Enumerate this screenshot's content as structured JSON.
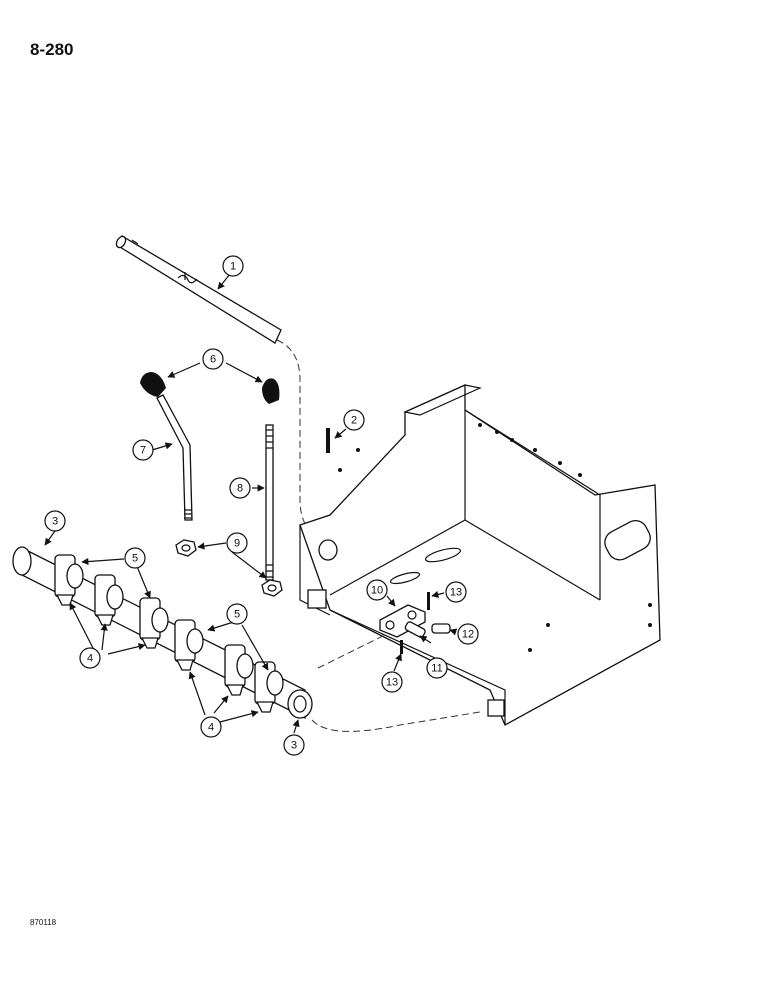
{
  "header": {
    "page_number": "8-280"
  },
  "footer": {
    "figure_code": "870118"
  },
  "callouts": [
    {
      "id": "c1",
      "label": "1"
    },
    {
      "id": "c2",
      "label": "2"
    },
    {
      "id": "c3a",
      "label": "3"
    },
    {
      "id": "c3b",
      "label": "3"
    },
    {
      "id": "c4a",
      "label": "4"
    },
    {
      "id": "c4b",
      "label": "4"
    },
    {
      "id": "c5a",
      "label": "5"
    },
    {
      "id": "c5b",
      "label": "5"
    },
    {
      "id": "c6",
      "label": "6"
    },
    {
      "id": "c7",
      "label": "7"
    },
    {
      "id": "c8",
      "label": "8"
    },
    {
      "id": "c9",
      "label": "9"
    },
    {
      "id": "c10",
      "label": "10"
    },
    {
      "id": "c11",
      "label": "11"
    },
    {
      "id": "c12",
      "label": "12"
    },
    {
      "id": "c13a",
      "label": "13"
    },
    {
      "id": "c13b",
      "label": "13"
    }
  ]
}
